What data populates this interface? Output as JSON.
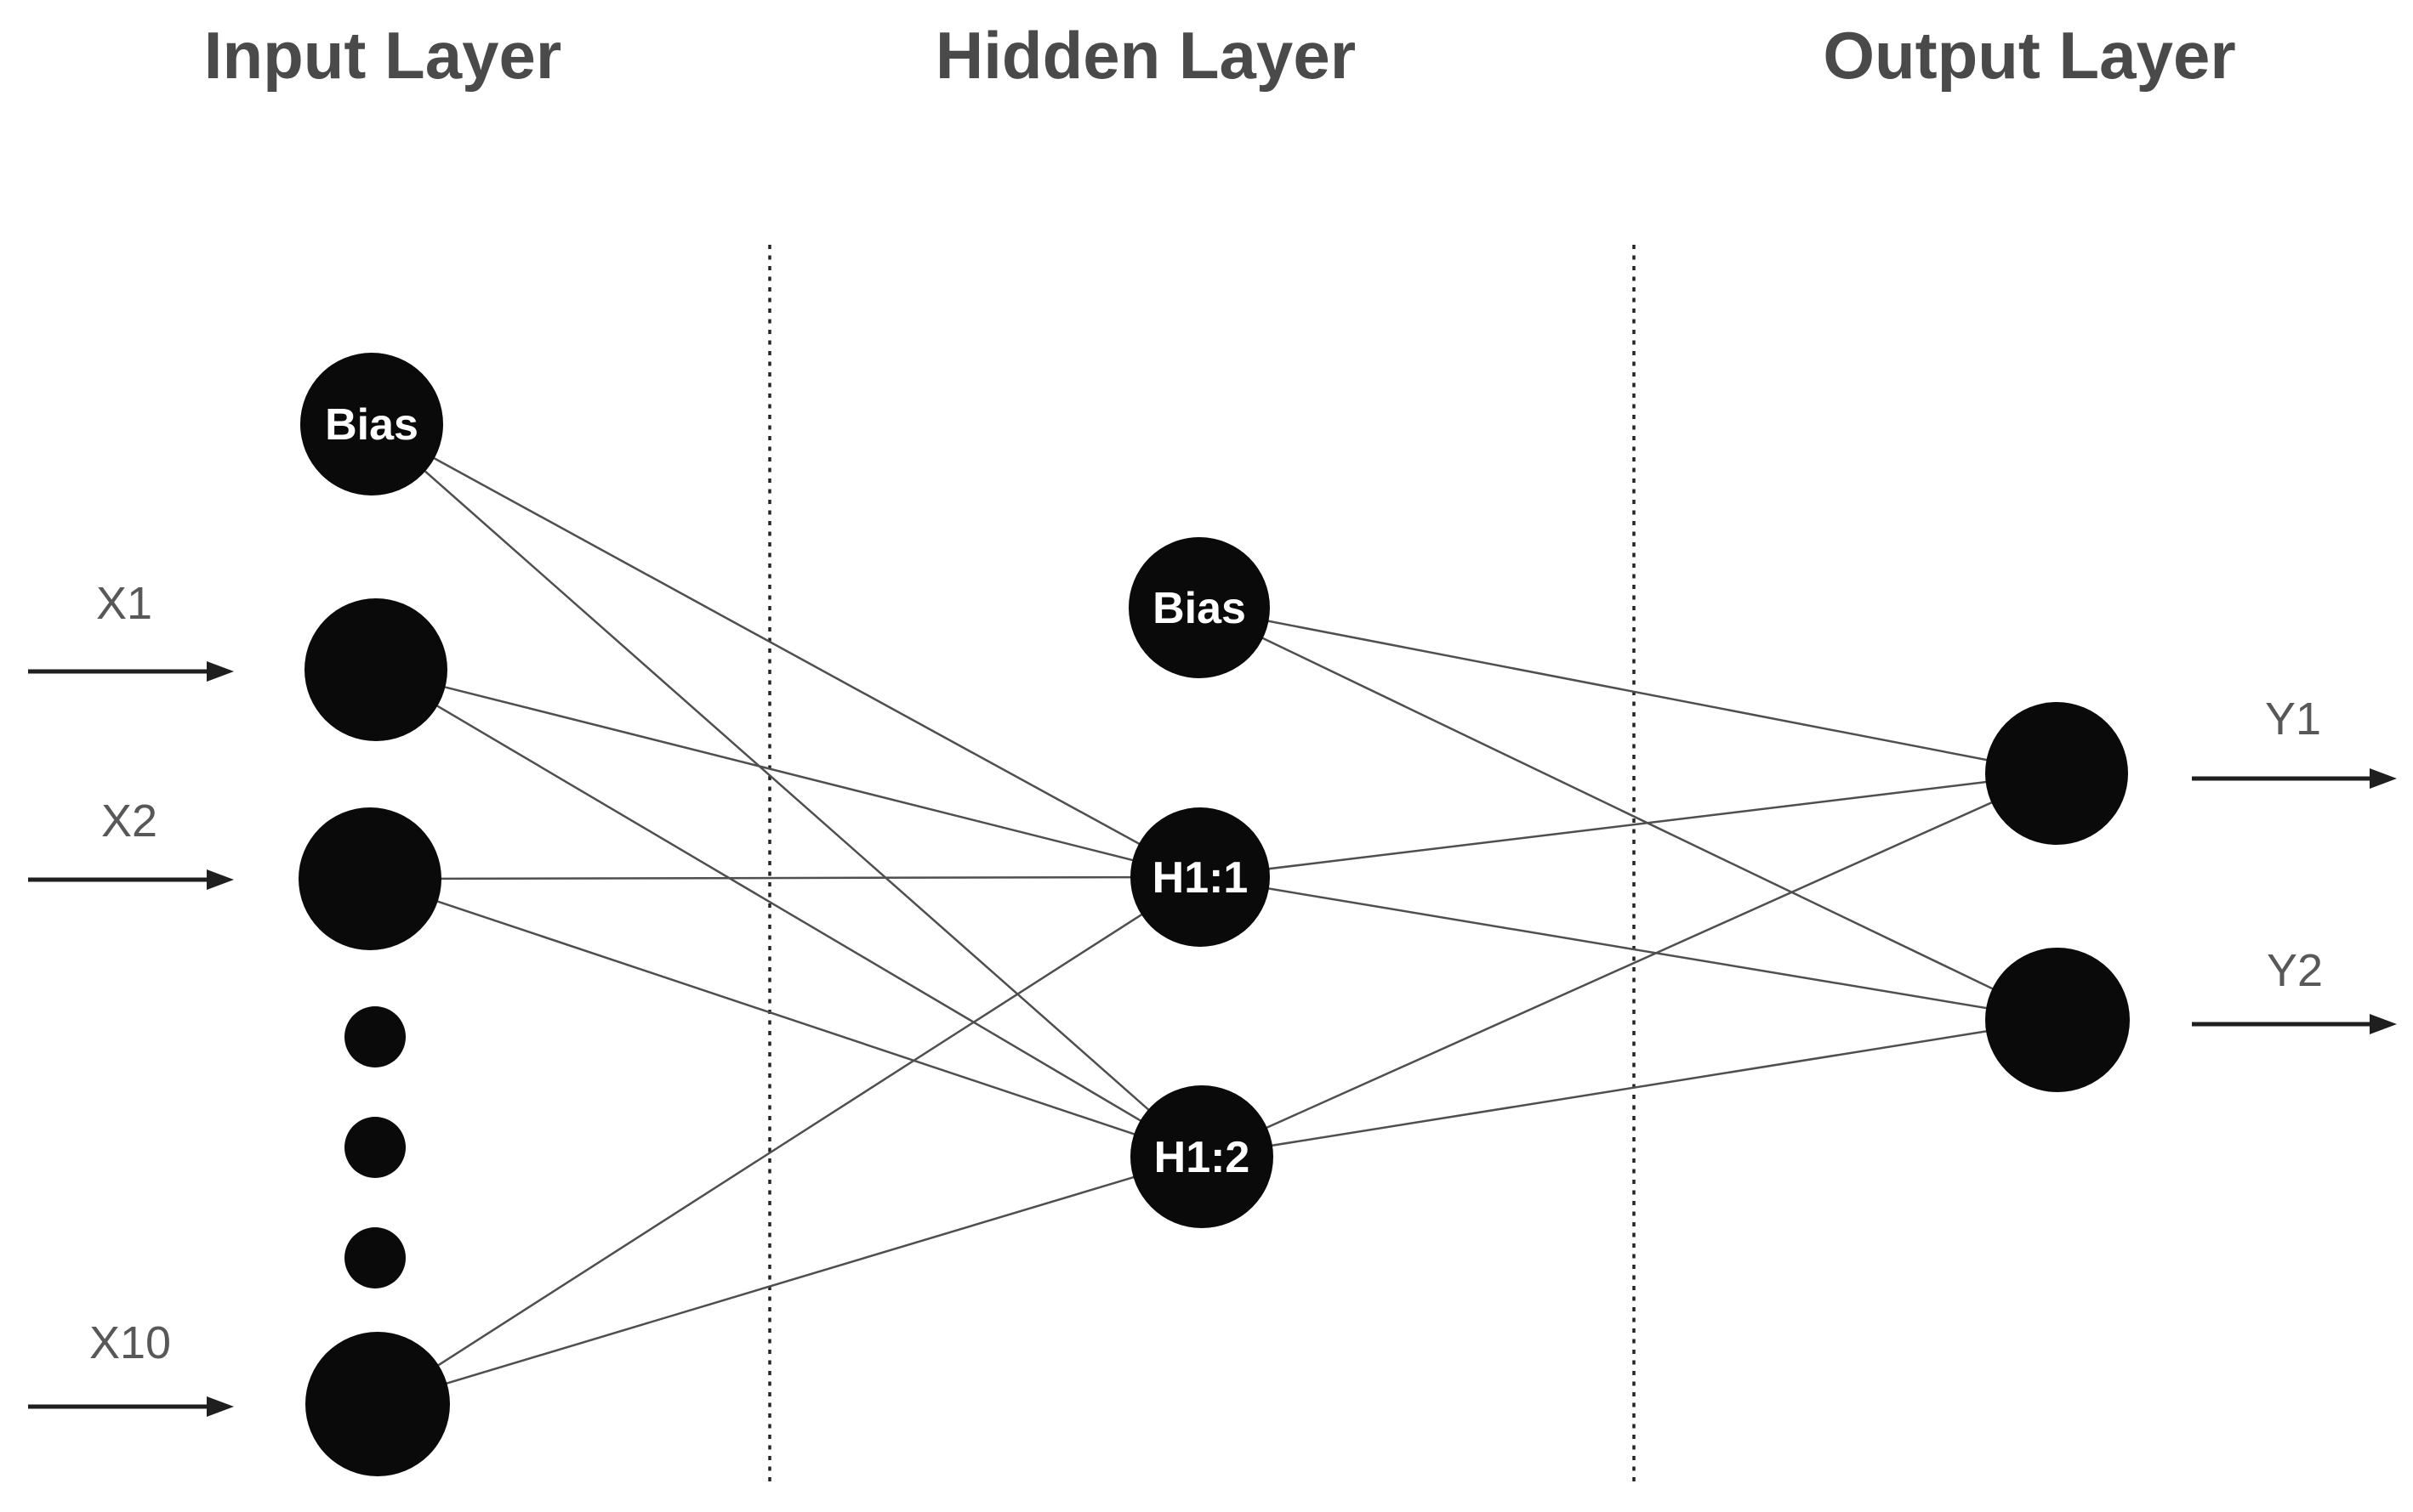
{
  "diagram": {
    "type": "neural-network",
    "layers": {
      "input": {
        "title": "Input Layer",
        "bias_label": "Bias",
        "inputs": [
          {
            "label": "X1"
          },
          {
            "label": "X2"
          },
          {
            "label": "X10"
          }
        ],
        "ellipsis_dots_count": 3
      },
      "hidden": {
        "title": "Hidden Layer",
        "bias_label": "Bias",
        "neurons": [
          {
            "label": "H1:1"
          },
          {
            "label": "H1:2"
          }
        ]
      },
      "output": {
        "title": "Output Layer",
        "outputs": [
          {
            "label": "Y1"
          },
          {
            "label": "Y2"
          }
        ]
      }
    },
    "colors": {
      "background": "#ffffff",
      "node_fill": "#0a0a0a",
      "node_label_text": "#ffffff",
      "edge_line": "#4f4f4f",
      "separator_line": "#232323",
      "arrow": "#1f1f1f",
      "layer_title_text": "#4a4a4a",
      "io_label_text": "#58585a"
    }
  }
}
